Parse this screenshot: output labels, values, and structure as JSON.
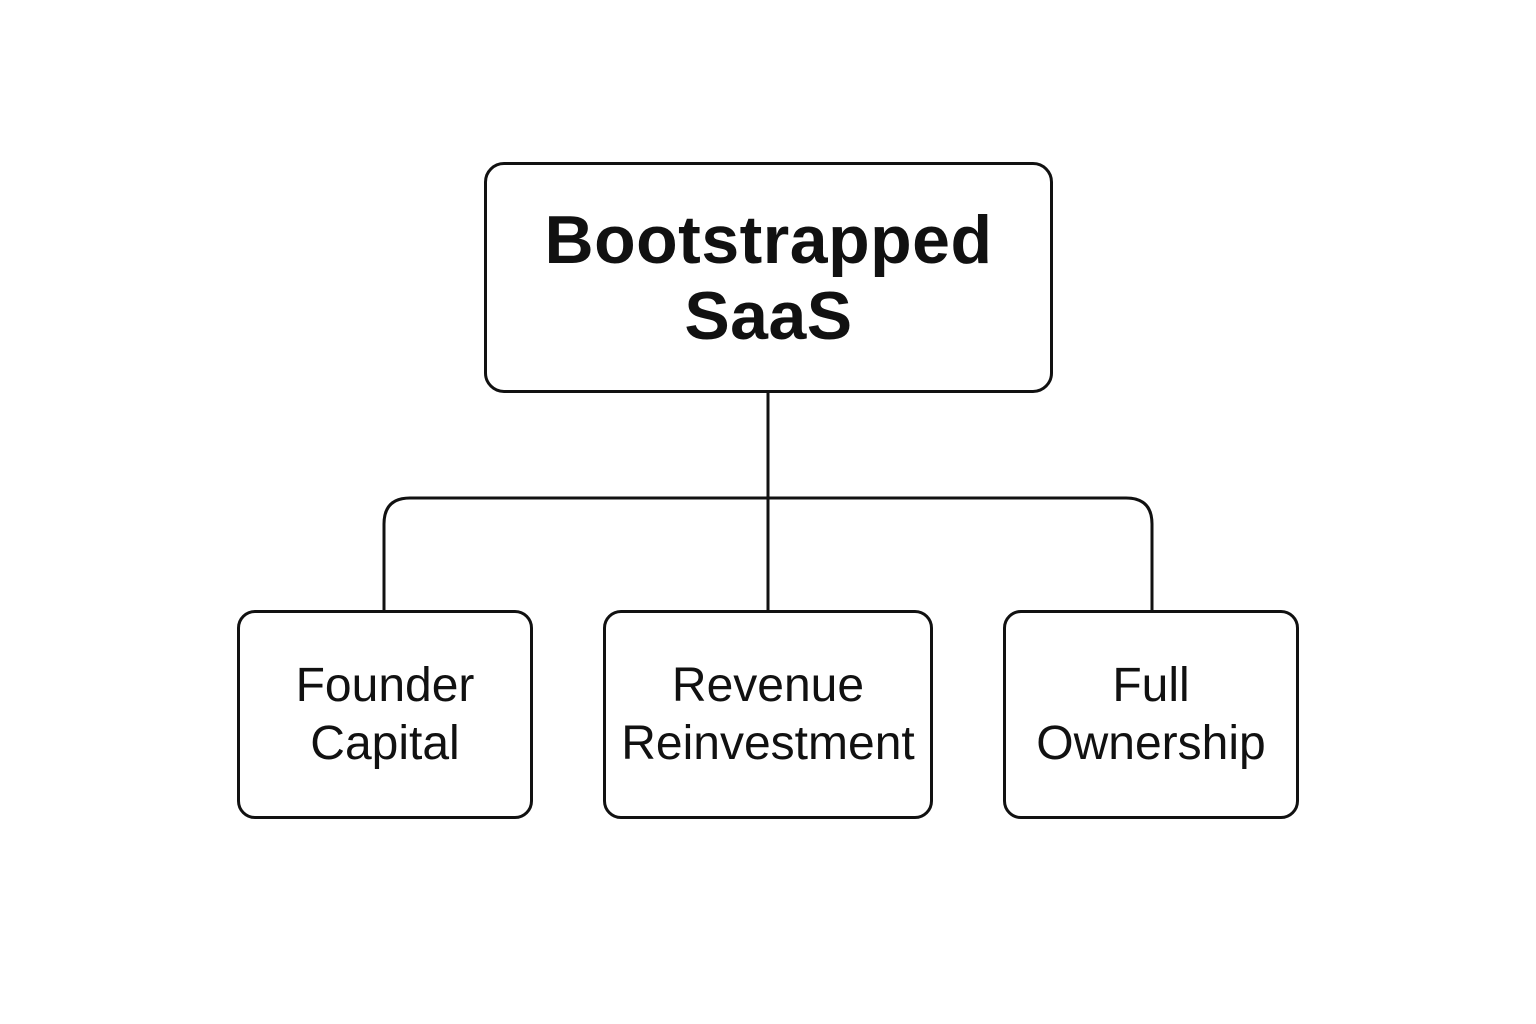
{
  "diagram": {
    "root": {
      "lines": [
        "Bootstrapped",
        "SaaS"
      ]
    },
    "children": [
      {
        "id": "founder",
        "lines": [
          "Founder",
          "Capital"
        ]
      },
      {
        "id": "revenue",
        "lines": [
          "Revenue",
          "Reinvestment"
        ]
      },
      {
        "id": "ownership",
        "lines": [
          "Full",
          "Ownership"
        ]
      }
    ],
    "colors": {
      "stroke": "#111111",
      "background": "#ffffff",
      "text": "#111111"
    }
  }
}
